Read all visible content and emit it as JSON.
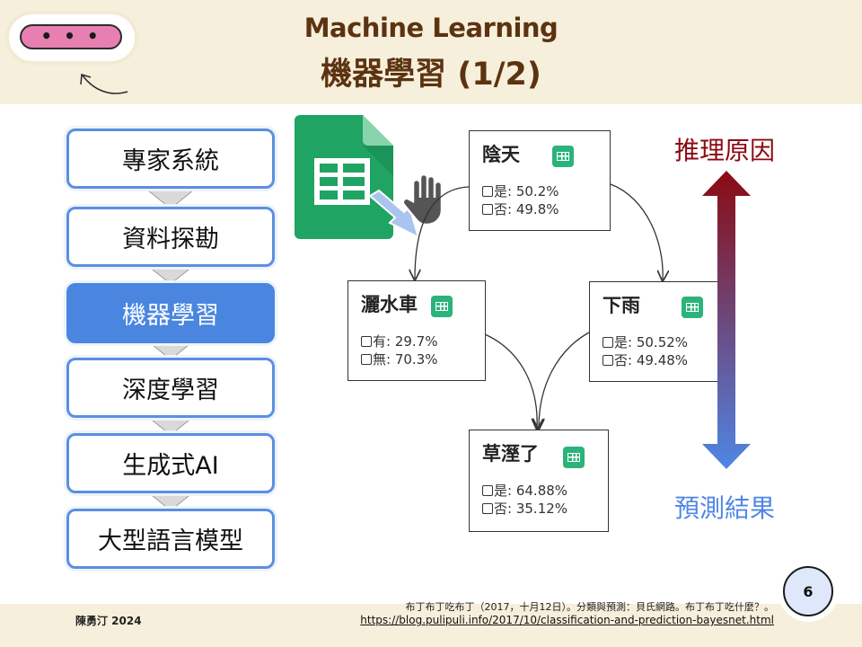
{
  "header": {
    "title_en": "Machine Learning",
    "title_zh": "機器學習 (1/2)",
    "menu_dots": "• • •"
  },
  "steps": [
    {
      "label": "專家系統",
      "active": false
    },
    {
      "label": "資料探勘",
      "active": false
    },
    {
      "label": "機器學習",
      "active": true
    },
    {
      "label": "深度學習",
      "active": false
    },
    {
      "label": "生成式AI",
      "active": false
    },
    {
      "label": "大型語言模型",
      "active": false
    }
  ],
  "diagram": {
    "nodes": {
      "cloudy": {
        "title": "陰天",
        "options": [
          {
            "label": "是",
            "value": "50.2%"
          },
          {
            "label": "否",
            "value": "49.8%"
          }
        ]
      },
      "sprinkler": {
        "title": "灑水車",
        "options": [
          {
            "label": "有",
            "value": "29.7%"
          },
          {
            "label": "無",
            "value": "70.3%"
          }
        ]
      },
      "rain": {
        "title": "下雨",
        "options": [
          {
            "label": "是",
            "value": "50.52%"
          },
          {
            "label": "否",
            "value": "49.48%"
          }
        ]
      },
      "wetgrass": {
        "title": "草溼了",
        "options": [
          {
            "label": "是",
            "value": "64.88%"
          },
          {
            "label": "否",
            "value": "35.12%"
          }
        ]
      }
    },
    "label_top": "推理原因",
    "label_bottom": "預測結果",
    "colors": {
      "arrow_top": "#8b0a12",
      "arrow_bottom": "#4f86e6",
      "label_top": "#8b0a12",
      "label_bottom": "#4f86e6",
      "sheet_green": "#1fa463",
      "step_border": "#5b8fe2",
      "step_active": "#4a86e0"
    }
  },
  "footer": {
    "author": "陳勇汀 2024",
    "citation": "布丁布丁吃布丁（2017，十月12日）。分類與預測：貝氏網路。布丁布丁吃什麼？。",
    "url": "https://blog.pulipuli.info/2017/10/classification-and-prediction-bayesnet.html",
    "page_number": "6"
  }
}
